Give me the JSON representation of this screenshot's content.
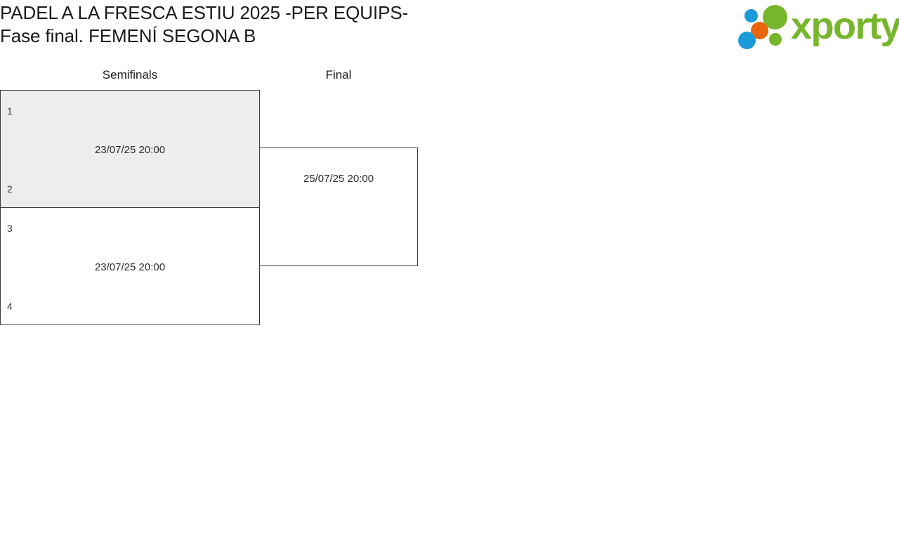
{
  "header": {
    "title_line1": "PADEL A LA FRESCA ESTIU 2025 -PER EQUIPS-",
    "title_line2": "Fase final. FEMENÍ SEGONA B",
    "logo_text": "xporty",
    "logo_colors": {
      "green": "#77B62B",
      "blue": "#1B9BD8",
      "orange": "#E8650E"
    }
  },
  "bracket": {
    "rounds": [
      {
        "label": "Semifinals"
      },
      {
        "label": "Final"
      }
    ],
    "matches": {
      "semifinal_1": {
        "seed_top": "1",
        "seed_bottom": "2",
        "datetime": "23/07/25 20:00",
        "background": "#ededed"
      },
      "semifinal_2": {
        "seed_top": "3",
        "seed_bottom": "4",
        "datetime": "23/07/25 20:00",
        "background": "#ffffff"
      },
      "final": {
        "seed_top": "",
        "seed_bottom": "",
        "datetime": "25/07/25 20:00",
        "background": "#ffffff"
      }
    }
  }
}
